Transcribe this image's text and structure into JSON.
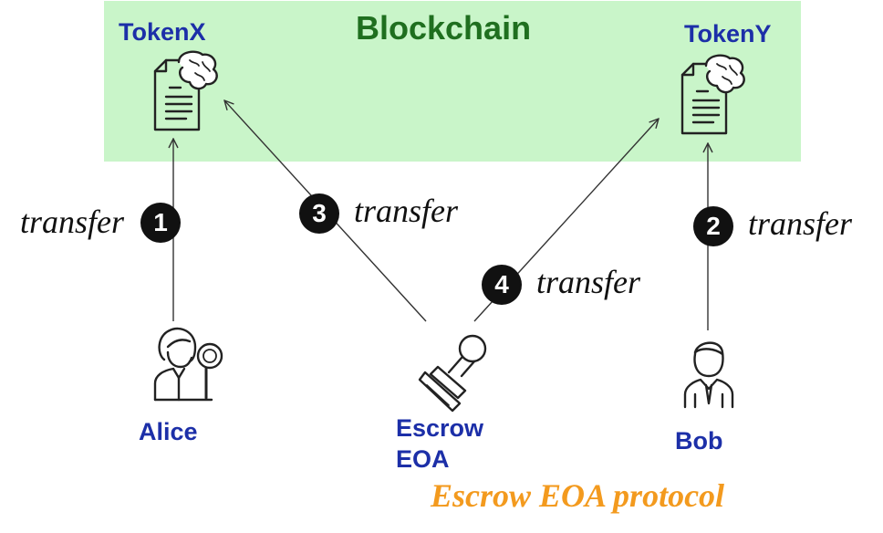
{
  "title": "Blockchain",
  "tokens": {
    "x": {
      "label": "TokenX",
      "icon": "smart-contract-brain-icon"
    },
    "y": {
      "label": "TokenY",
      "icon": "smart-contract-brain-icon"
    }
  },
  "actors": {
    "alice": {
      "label": "Alice",
      "icon": "user-magnifier-icon"
    },
    "escrow": {
      "label_line1": "Escrow",
      "label_line2": "EOA",
      "icon": "stamp-icon"
    },
    "bob": {
      "label": "Bob",
      "icon": "businessman-icon"
    }
  },
  "steps": [
    {
      "number": "1",
      "verb": "transfer"
    },
    {
      "number": "2",
      "verb": "transfer"
    },
    {
      "number": "3",
      "verb": "transfer"
    },
    {
      "number": "4",
      "verb": "transfer"
    }
  ],
  "caption": "Escrow EOA protocol",
  "colors": {
    "chain_background": "#c9f5c9",
    "title": "#1f6f1f",
    "labels": "#1c2fa8",
    "caption": "#f39a1e",
    "step_badge": "#111111"
  }
}
